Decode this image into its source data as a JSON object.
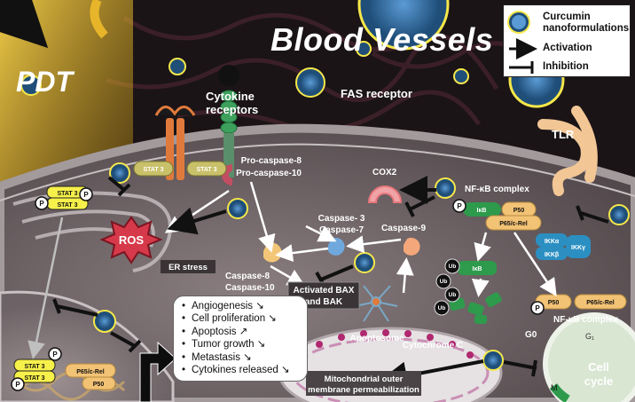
{
  "header": {
    "title": "Blood Vessels",
    "pdt": "PDT"
  },
  "legend": {
    "nano": "Curcumin nanoformulations",
    "activation": "Activation",
    "inhibition": "Inhibition"
  },
  "labels": {
    "cytokine_receptors": [
      "Cytokine",
      "receptors"
    ],
    "fas_receptor": "FAS receptor",
    "tlr": "TLR",
    "stat3": "STAT 3",
    "p": "P",
    "ros": "ROS",
    "er_stress": "ER stress",
    "pro_caspase": [
      "Pro-caspase-8",
      "Pro-caspase-10"
    ],
    "cox2": "COX2",
    "nfkb_complex": "NF-κB complex",
    "ikb": "IκB",
    "p50": "P50",
    "p65": "P65/c-Rel",
    "ikka": "IKKα",
    "ikkb": "IKKβ",
    "ikky": "IKKγ",
    "ub": "Ub",
    "caspase37": [
      "Caspase- 3",
      "Caspase-7"
    ],
    "caspase9": "Caspase-9",
    "caspase810": [
      "Caspase-8",
      "Caspase-10"
    ],
    "bax": [
      "Activated BAX",
      "and BAK"
    ],
    "apoptosome": "Apoptosome",
    "cytochrome": "Cytochrome C",
    "mito": [
      "Mitochondrial outer",
      "membrane permeabilization"
    ],
    "g0": "G0",
    "g1": "G₁",
    "m": "M",
    "cell_cycle": [
      "Cell",
      "cycle"
    ]
  },
  "outcomes": [
    "Angiogenesis ↘",
    "Cell proliferation ↘",
    "Apoptosis ↗",
    "Tumor growth ↘",
    "Metastasis ↘",
    "Cytokines released ↘"
  ],
  "colors": {
    "background": "#1a1416",
    "cell": "#6b6063",
    "stat3": "#f6f04a",
    "ikb": "#2e9a4c",
    "p50": "#f2c275",
    "ikk": "#2b8fc2",
    "caspase": "#f3c777",
    "receptor": "#e07a3c",
    "fas": "#3da15d",
    "ros": "#d63a4a"
  }
}
